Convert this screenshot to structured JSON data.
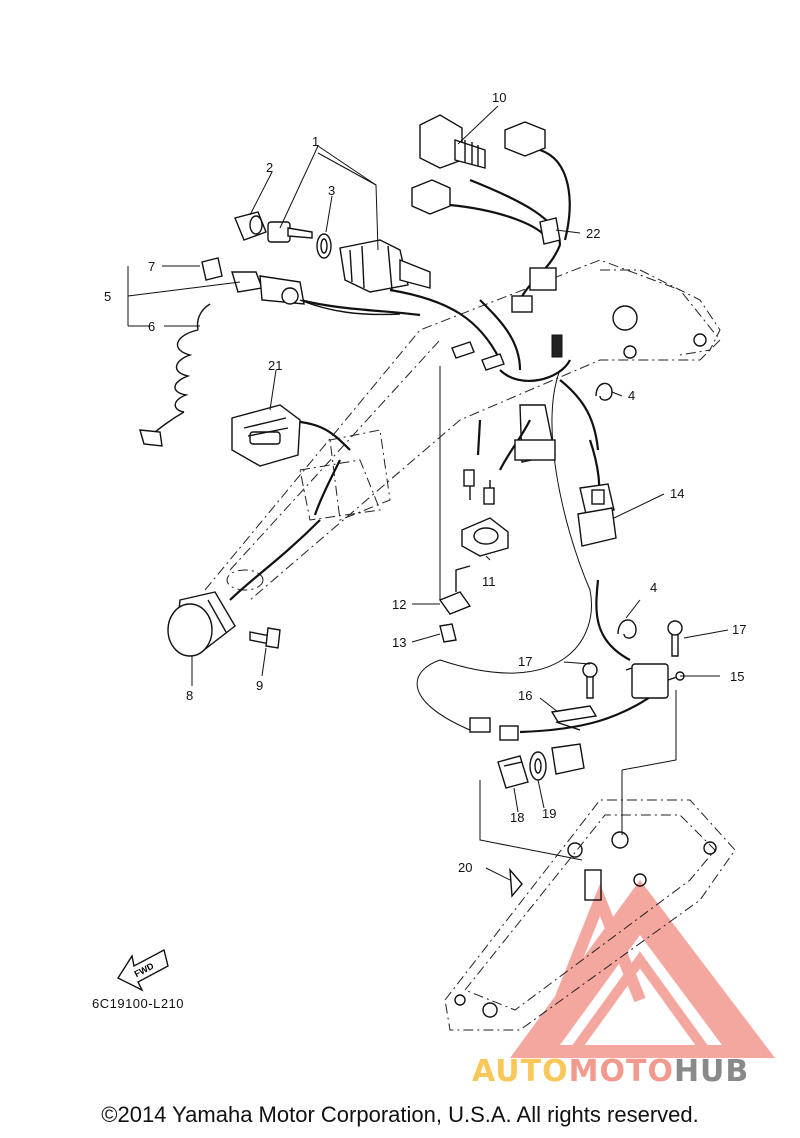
{
  "callouts": [
    {
      "id": "1",
      "text": "1"
    },
    {
      "id": "2",
      "text": "2"
    },
    {
      "id": "3",
      "text": "3"
    },
    {
      "id": "4a",
      "text": "4"
    },
    {
      "id": "4b",
      "text": "4"
    },
    {
      "id": "5",
      "text": "5"
    },
    {
      "id": "6",
      "text": "6"
    },
    {
      "id": "7",
      "text": "7"
    },
    {
      "id": "8",
      "text": "8"
    },
    {
      "id": "9",
      "text": "9"
    },
    {
      "id": "10",
      "text": "10"
    },
    {
      "id": "11",
      "text": "11"
    },
    {
      "id": "12",
      "text": "12"
    },
    {
      "id": "13",
      "text": "13"
    },
    {
      "id": "14",
      "text": "14"
    },
    {
      "id": "15",
      "text": "15"
    },
    {
      "id": "16",
      "text": "16"
    },
    {
      "id": "17a",
      "text": "17"
    },
    {
      "id": "17b",
      "text": "17"
    },
    {
      "id": "18",
      "text": "18"
    },
    {
      "id": "19",
      "text": "19"
    },
    {
      "id": "20",
      "text": "20"
    },
    {
      "id": "21",
      "text": "21"
    },
    {
      "id": "22",
      "text": "22"
    }
  ],
  "fwd_label": "FWD",
  "diagram_code": "6C19100-L210",
  "copyright": "©2014 Yamaha Motor Corporation, U.S.A. All rights reserved.",
  "watermark": {
    "auto": "AUTO",
    "moto": "MOTO",
    "hub": "HUB",
    "colors": {
      "auto": "#f9c85a",
      "moto": "#f29a8d",
      "hub": "#8a8a8a",
      "triangle": "#f08a80"
    }
  }
}
